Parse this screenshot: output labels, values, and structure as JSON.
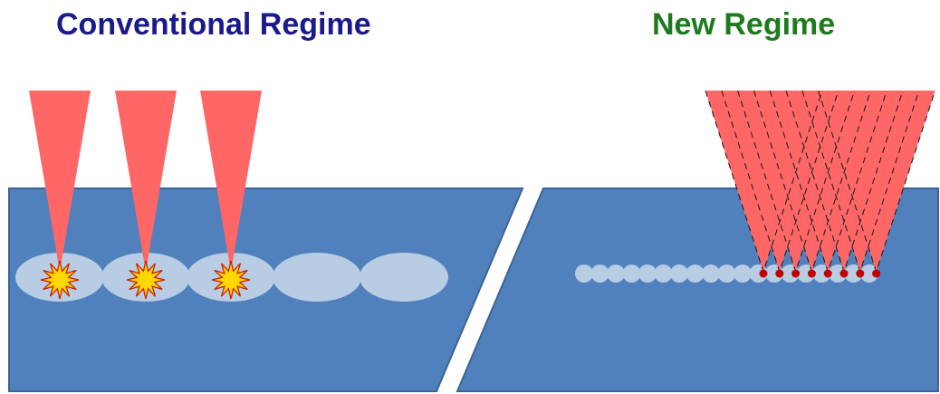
{
  "titles": {
    "left": "Conventional Regime",
    "right": "New Regime"
  },
  "colors": {
    "left_title": "#1a1a8c",
    "right_title": "#1e7a1e",
    "substrate_fill": "#5081bd",
    "substrate_stroke": "#3b6396",
    "spot_fill": "#b8cce4",
    "beam_fill": "#ff6666",
    "spark_fill": "#ffd700",
    "spark_stroke": "#cc2200",
    "focus_dot": "#c00000"
  },
  "conventional": {
    "beam_count": 3,
    "processed_spot_count": 5,
    "spark_icon": "explosion-icon"
  },
  "new_regime": {
    "small_spot_count": 19,
    "focused_beam_count": 8,
    "beam_outline": "dashed"
  }
}
